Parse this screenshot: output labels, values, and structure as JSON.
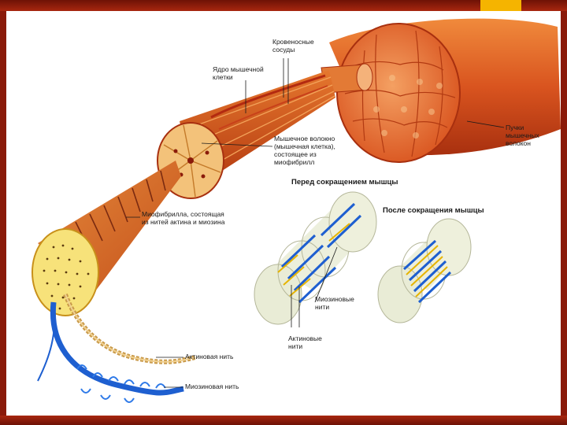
{
  "labels": {
    "blood_vessels": "Кровеносные\nсосуды",
    "cell_nucleus": "Ядро мышечной\nклетки",
    "muscle_fiber": "Мышечное волокно\n(мышечная клетка),\nсостоящее из\nмиофибрилл",
    "fiber_bundles": "Пучки\nмышечных\nволокон",
    "myofibril": "Миофибрилла, состоящая\nиз нитей актина и миозина",
    "before_contraction": "Перед сокращением мышцы",
    "after_contraction": "После сокращения мышцы",
    "myosin_filaments": "Миозиновые\nнити",
    "actin_filaments": "Актиновые\nнити",
    "actin_filament": "Актиновая нить",
    "myosin_filament": "Миозиновая нить"
  },
  "colors": {
    "frame": "#8a1a0a",
    "accent": "#f5b400",
    "muscle": "#d9541f",
    "muscle_light": "#f08a3c",
    "fiber": "#f3c27a",
    "myofibril": "#f7e27a",
    "myosin": "#1e5fd0",
    "actin": "#c99a4a",
    "sarcomere": "#e9ecd6"
  }
}
